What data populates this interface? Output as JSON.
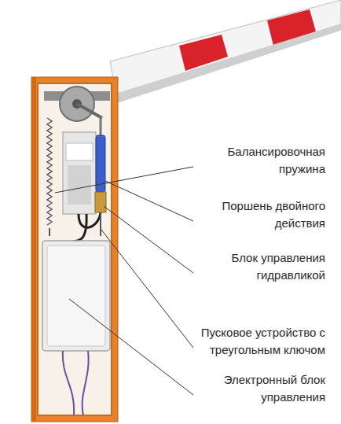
{
  "diagram": {
    "labels": [
      "Балансировочная пружина",
      "Поршень двойного действия",
      "Блок управления гидравликой",
      "Пусковое устройство с треугольным ключом",
      "Электронный блок управления"
    ]
  }
}
